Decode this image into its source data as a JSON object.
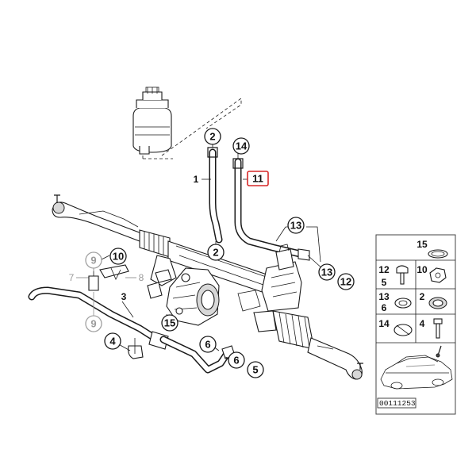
{
  "callouts": {
    "c2_top": "2",
    "c14_top": "14",
    "c11_highlight": "11",
    "l1": "1",
    "c2_mid": "2",
    "c13_right": "13",
    "c13_lower": "13",
    "c12_lower": "12",
    "c9_upper": "9",
    "c10": "10",
    "l7": "7",
    "l8": "8",
    "l3": "3",
    "c9_lower": "9",
    "c15_mid": "15",
    "c4": "4",
    "c6_a": "6",
    "c6_b": "6",
    "c5": "5"
  },
  "legend": {
    "p15": "15",
    "p12": "12",
    "p5": "5",
    "p10": "10",
    "p13": "13",
    "p6": "6",
    "p2": "2",
    "p14": "14",
    "p4": "4"
  },
  "diagram_code": "00111253",
  "colors": {
    "highlight": "#d62828",
    "ink": "#1a1a1a",
    "faded": "#9a9a9a"
  }
}
